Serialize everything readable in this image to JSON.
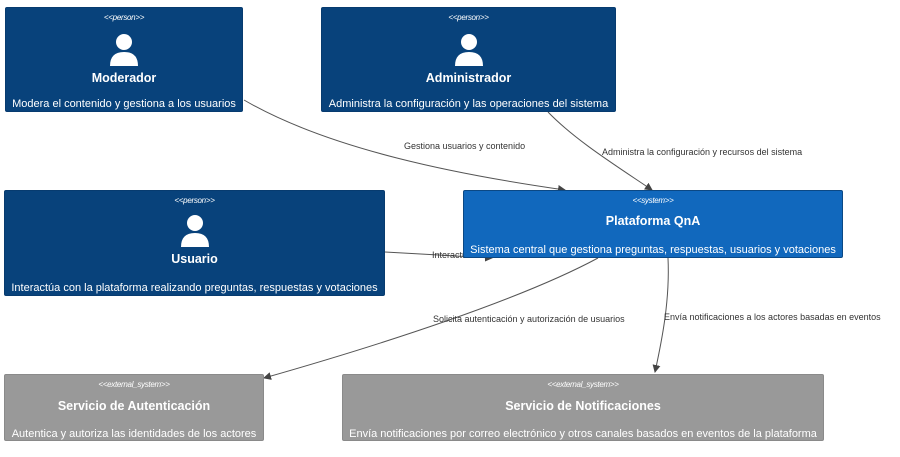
{
  "nodes": {
    "moderador": {
      "stereotype": "<<person>>",
      "title": "Moderador",
      "description": "Modera el contenido y gestiona a los usuarios"
    },
    "administrador": {
      "stereotype": "<<person>>",
      "title": "Administrador",
      "description": "Administra la configuración y las operaciones del sistema"
    },
    "usuario": {
      "stereotype": "<<person>>",
      "title": "Usuario",
      "description": "Interactúa con la plataforma realizando preguntas, respuestas y votaciones"
    },
    "plataforma": {
      "stereotype": "<<system>>",
      "title": "Plataforma QnA",
      "description": "Sistema central que gestiona preguntas, respuestas, usuarios y votaciones"
    },
    "autenticacion": {
      "stereotype": "<<external_system>>",
      "title": "Servicio de Autenticación",
      "description": "Autentica y autoriza las identidades de los actores"
    },
    "notificaciones": {
      "stereotype": "<<external_system>>",
      "title": "Servicio de Notificaciones",
      "description": "Envía notificaciones por correo electrónico y otros canales basados en eventos de la plataforma"
    }
  },
  "edges": {
    "moderador_plataforma": "Gestiona usuarios y contenido",
    "administrador_plataforma": "Administra la configuración y recursos del sistema",
    "usuario_plataforma": "Interactúa a través de la interfaz web / API",
    "plataforma_autenticacion": "Solicita autenticación y autorización de usuarios",
    "plataforma_notificaciones": "Envía notificaciones a los actores basadas en eventos"
  },
  "colors": {
    "person": "#08427b",
    "system": "#1168bd",
    "external_system": "#999999",
    "edge": "#555555"
  }
}
